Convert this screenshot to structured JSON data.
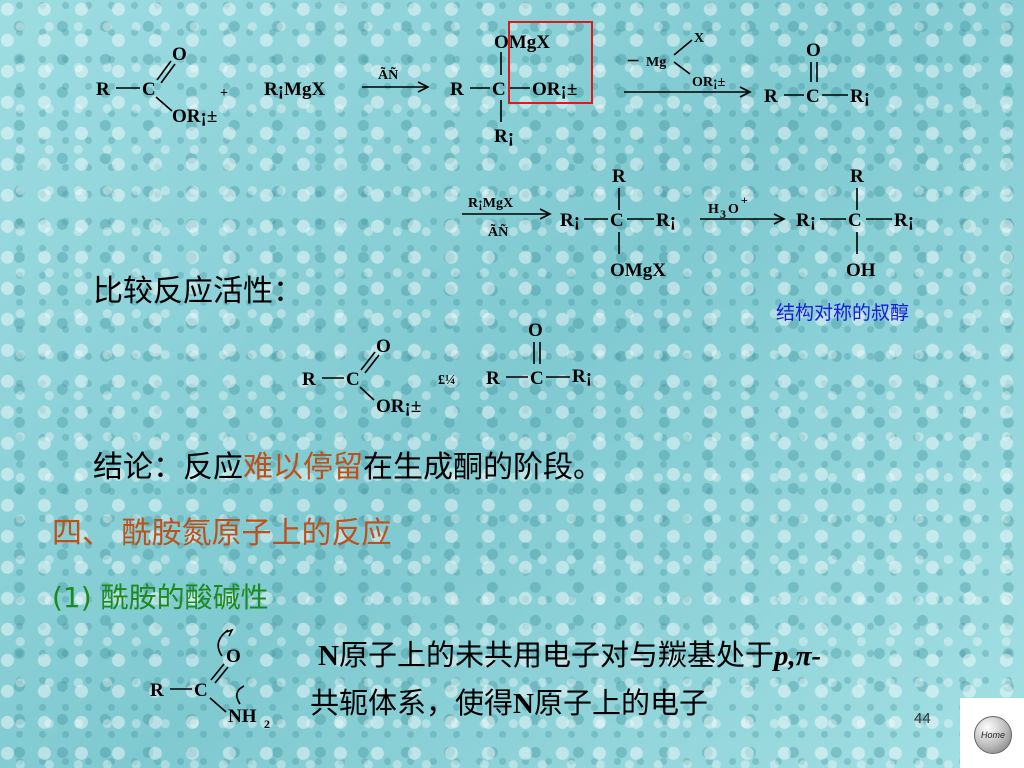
{
  "reaction1": {
    "ester_r": "R",
    "ester_c": "C",
    "ester_o": "O",
    "ester_or": "OR¡±",
    "plus": "+",
    "grignard": "R¡MgX",
    "cond1": "ÃÑ",
    "int_omgx": "OMgX",
    "int_r": "R",
    "int_c": "C",
    "int_or": "OR¡±",
    "int_rp": "R¡",
    "elim_minus": "－",
    "elim_mg": "Mg",
    "elim_x": "X",
    "elim_or": "OR¡±",
    "ketone_o": "O",
    "ketone_r": "R",
    "ketone_c": "C",
    "ketone_rp": "R¡"
  },
  "reaction2": {
    "reagent": "R¡MgX",
    "cond": "ÃÑ",
    "alk_r": "R",
    "alk_left": "R¡",
    "alk_c": "C",
    "alk_right": "R¡",
    "alk_omgx": "OMgX",
    "h3o_main": "H",
    "h3o_sub": "3",
    "h3o_o": "O",
    "h3o_plus": "+",
    "alc_r": "R",
    "alc_left": "R¡",
    "alc_c": "C",
    "alc_right": "R¡",
    "alc_oh": "OH",
    "note": "结构对称的叔醇"
  },
  "comparison": {
    "heading": "比较反应活性：",
    "ester_o": "O",
    "ester_r": "R",
    "ester_c": "C",
    "ester_or": "OR¡±",
    "relation": "£¼",
    "ketone_o": "O",
    "ketone_r": "R",
    "ketone_c": "C",
    "ketone_rp": "R¡"
  },
  "conclusion": {
    "prefix": "结论：反应",
    "highlight": "难以停留",
    "suffix": "在生成酮的阶段。"
  },
  "section4_title": "四、 酰胺氮原子上的反应",
  "subsection": "(1) 酰胺的酸碱性",
  "amide": {
    "o": "O",
    "r": "R",
    "c": "C",
    "nh": "NH",
    "nh_sub": "2"
  },
  "description": {
    "line1_n": "N",
    "line1_text": "原子上的未共用电子对与羰基处于",
    "line1_pp": "p,π-",
    "line2_text": "共轭体系，使得",
    "line2_n": "N",
    "line2_rest": "原子上的电子"
  },
  "page_number": "44",
  "home_label": "Home"
}
